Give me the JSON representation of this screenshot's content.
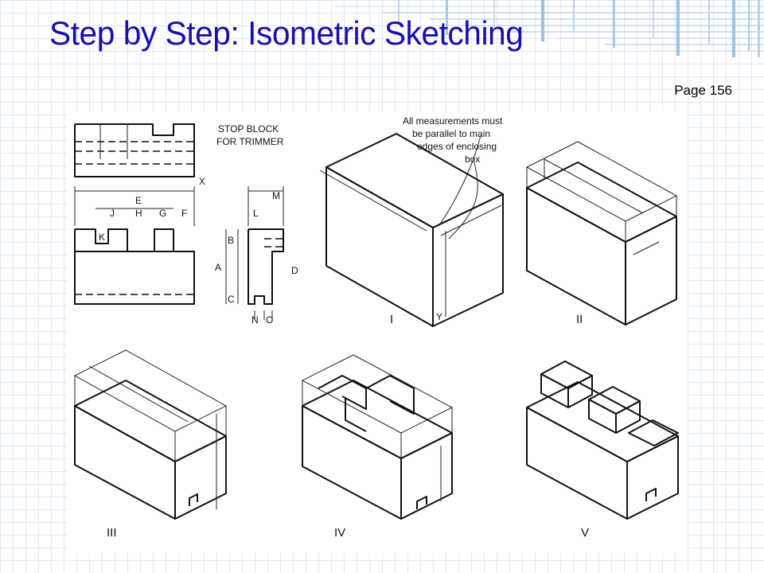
{
  "slide": {
    "title": "Step by Step: Isometric Sketching",
    "page_number": "Page 156",
    "colors": {
      "title": "#1a0eb0",
      "grid": "#a0c3e6",
      "corner_bars": "#9cc0e4"
    }
  },
  "figure": {
    "heading_line1": "STOP BLOCK",
    "heading_line2": "FOR TRIMMER",
    "callout_line1": "All measurements must",
    "callout_line2": "be parallel to main",
    "callout_line3": "edges of enclosing",
    "callout_line4": "box",
    "dimension_letters": [
      "E",
      "J",
      "H",
      "G",
      "F",
      "M",
      "L",
      "K",
      "B",
      "A",
      "C",
      "D",
      "N",
      "O",
      "X",
      "Y"
    ],
    "step_numerals": [
      "I",
      "II",
      "III",
      "IV",
      "V"
    ]
  }
}
